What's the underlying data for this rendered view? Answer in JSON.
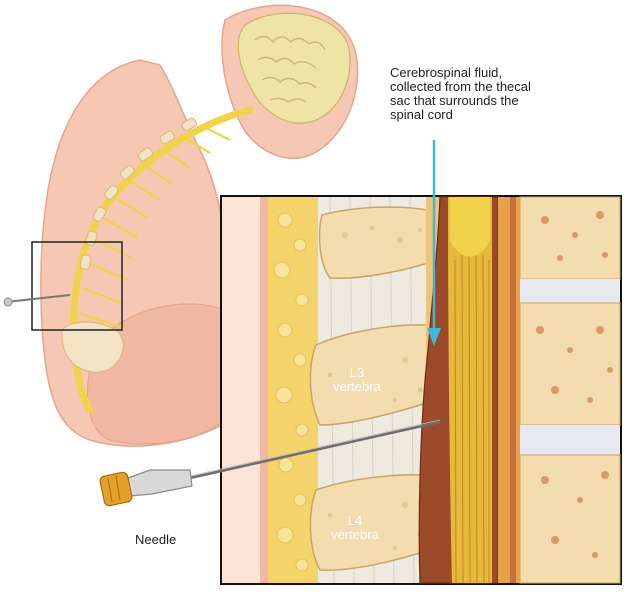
{
  "labels": {
    "csf_line1": "Cerebrospinal fluid,",
    "csf_line2": "collected from the thecal",
    "csf_line3": "sac that surrounds the",
    "csf_line4": "spinal cord",
    "l3_line1": "L3",
    "l3_line2": "vertebra",
    "l4_line1": "L4",
    "l4_line2": "vertebra",
    "needle": "Needle"
  },
  "colors": {
    "skin": "#f6c7b3",
    "skin_shadow": "#e9a893",
    "bone": "#f3dcae",
    "bone_dark": "#d9b57a",
    "nerve": "#f2d24a",
    "fluid_arrow": "#3fb8d8",
    "sac": "#8a3a22",
    "fat": "#f4d36a"
  }
}
